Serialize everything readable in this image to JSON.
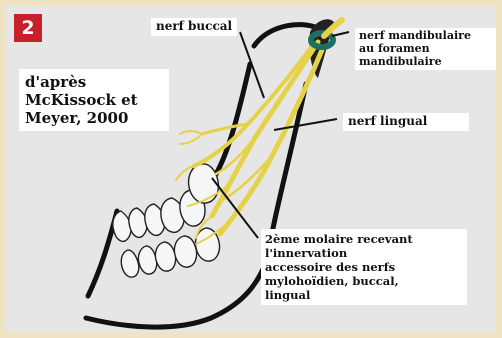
{
  "figure": {
    "badge": "2",
    "reference": [
      "d'après",
      "McKissock et",
      "Meyer, 2000"
    ],
    "labels": {
      "buccal": "nerf buccal",
      "mandibular": [
        "nerf mandibulaire",
        "au foramen",
        "mandibulaire"
      ],
      "lingual": "nerf lingual",
      "molar": [
        "2ème molaire recevant",
        "l'innervation",
        "accessoire des nerfs",
        "mylohoïdien, buccal,",
        "lingual"
      ]
    },
    "colors": {
      "background": "#e6e6e6",
      "border": "#efe3c4",
      "badge": "#c8202a",
      "nerve": "#e6d248",
      "foramen": "#1e6e62",
      "outline": "#111111"
    }
  }
}
